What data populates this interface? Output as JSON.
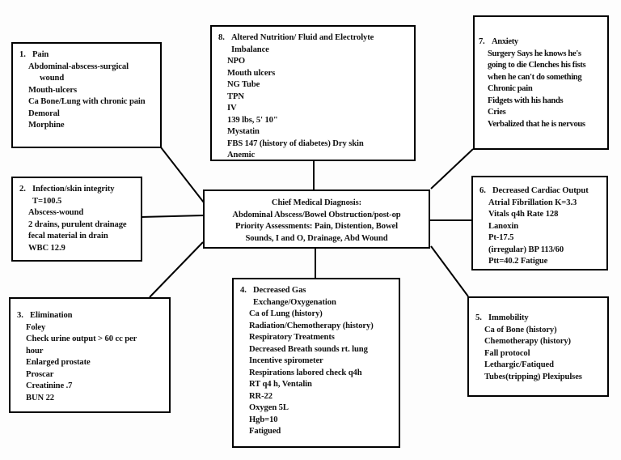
{
  "palette": {
    "ink": "#000000",
    "paper": "#ffffff"
  },
  "center": {
    "title": "Chief Medical Diagnosis:",
    "lines": [
      "Abdominal Abscess/Bowel Obstruction/post-op",
      "Priority Assessments: Pain, Distention, Bowel",
      "Sounds, I and O, Drainage, Abd Wound"
    ]
  },
  "boxes": [
    {
      "number": "1.",
      "title": "Pain",
      "lines": [
        {
          "t": "Abdominal-abscess-surgical",
          "i": 0
        },
        {
          "t": "wound",
          "i": 1
        },
        {
          "t": "Mouth-ulcers",
          "i": 0
        },
        {
          "t": "Ca Bone/Lung with chronic pain",
          "i": 0
        },
        {
          "t": "Demoral",
          "i": 0
        },
        {
          "t": "Morphine",
          "i": 0
        }
      ]
    },
    {
      "number": "2.",
      "title": "Infection/skin integrity",
      "lines": [
        {
          "t": "T=100.5",
          "i": 2
        },
        {
          "t": "Abscess-wound",
          "i": 0
        },
        {
          "t": "2 drains, purulent drainage",
          "i": 0
        },
        {
          "t": "fecal material in drain",
          "i": 0
        },
        {
          "t": "WBC 12.9",
          "i": 0
        }
      ]
    },
    {
      "number": "3.",
      "title": "Elimination",
      "lines": [
        {
          "t": "Foley",
          "i": 0
        },
        {
          "t": "Check urine output > 60 cc per",
          "i": 0
        },
        {
          "t": "hour",
          "i": 0
        },
        {
          "t": "Enlarged prostate",
          "i": 0
        },
        {
          "t": "Proscar",
          "i": 0
        },
        {
          "t": "Creatinine .7",
          "i": 0
        },
        {
          "t": "BUN 22",
          "i": 0
        }
      ]
    },
    {
      "number": "4.",
      "title": "Decreased Gas",
      "lines": [
        {
          "t": "Exchange/Oxygenation",
          "i": 2
        },
        {
          "t": "Ca of Lung (history)",
          "i": 0
        },
        {
          "t": "Radiation/Chemotherapy (history)",
          "i": 0
        },
        {
          "t": "Respiratory Treatments",
          "i": 0
        },
        {
          "t": "Decreased Breath sounds rt. lung",
          "i": 0
        },
        {
          "t": "Incentive spirometer",
          "i": 0
        },
        {
          "t": "Respirations labored check q4h",
          "i": 0
        },
        {
          "t": "RT q4 h, Ventalin",
          "i": 0
        },
        {
          "t": "RR-22",
          "i": 0
        },
        {
          "t": "Oxygen 5L",
          "i": 0
        },
        {
          "t": "Hgb=10",
          "i": 0
        },
        {
          "t": "Fatigued",
          "i": 0
        }
      ]
    },
    {
      "number": "5.",
      "title": "Immobility",
      "lines": [
        {
          "t": "Ca of Bone (history)",
          "i": 0
        },
        {
          "t": "Chemotherapy (history)",
          "i": 0
        },
        {
          "t": "Fall protocol",
          "i": 0
        },
        {
          "t": "Lethargic/Fatiqued",
          "i": 0
        },
        {
          "t": "Tubes(tripping) Plexipulses",
          "i": 0
        }
      ]
    },
    {
      "number": "6.",
      "title": "Decreased Cardiac Output",
      "lines": [
        {
          "t": "Atrial Fibrillation K=3.3",
          "i": 0
        },
        {
          "t": "Vitals q4h Rate 128",
          "i": 0
        },
        {
          "t": "Lanoxin",
          "i": 0
        },
        {
          "t": "Pt-17.5",
          "i": 0
        },
        {
          "t": "(irregular) BP 113/60",
          "i": 0
        },
        {
          "t": "Ptt=40.2 Fatigue",
          "i": 0
        }
      ]
    },
    {
      "number": "7.",
      "title": "Anxiety",
      "lines": [
        {
          "t": "Surgery Says he knows he's",
          "i": 0
        },
        {
          "t": "going to die Clenches his fists",
          "i": 0
        },
        {
          "t": "when he can't do something",
          "i": 0
        },
        {
          "t": "Chronic pain",
          "i": 0
        },
        {
          "t": "Fidgets with his hands",
          "i": 0
        },
        {
          "t": "Cries",
          "i": 0
        },
        {
          "t": "Verbalized that he is nervous",
          "i": 0
        }
      ]
    },
    {
      "number": "8.",
      "title": "Altered Nutrition/ Fluid and Electrolyte",
      "lines": [
        {
          "t": "Imbalance",
          "i": 2
        },
        {
          "t": "NPO",
          "i": 0
        },
        {
          "t": "Mouth ulcers",
          "i": 0
        },
        {
          "t": "NG Tube",
          "i": 0
        },
        {
          "t": "TPN",
          "i": 0
        },
        {
          "t": "IV",
          "i": 0
        },
        {
          "t": "139 lbs, 5' 10\"",
          "i": 0
        },
        {
          "t": "Mystatin",
          "i": 0
        },
        {
          "t": "FBS 147 (history of diabetes) Dry skin",
          "i": 0
        },
        {
          "t": "Anemic",
          "i": 0
        }
      ]
    }
  ]
}
